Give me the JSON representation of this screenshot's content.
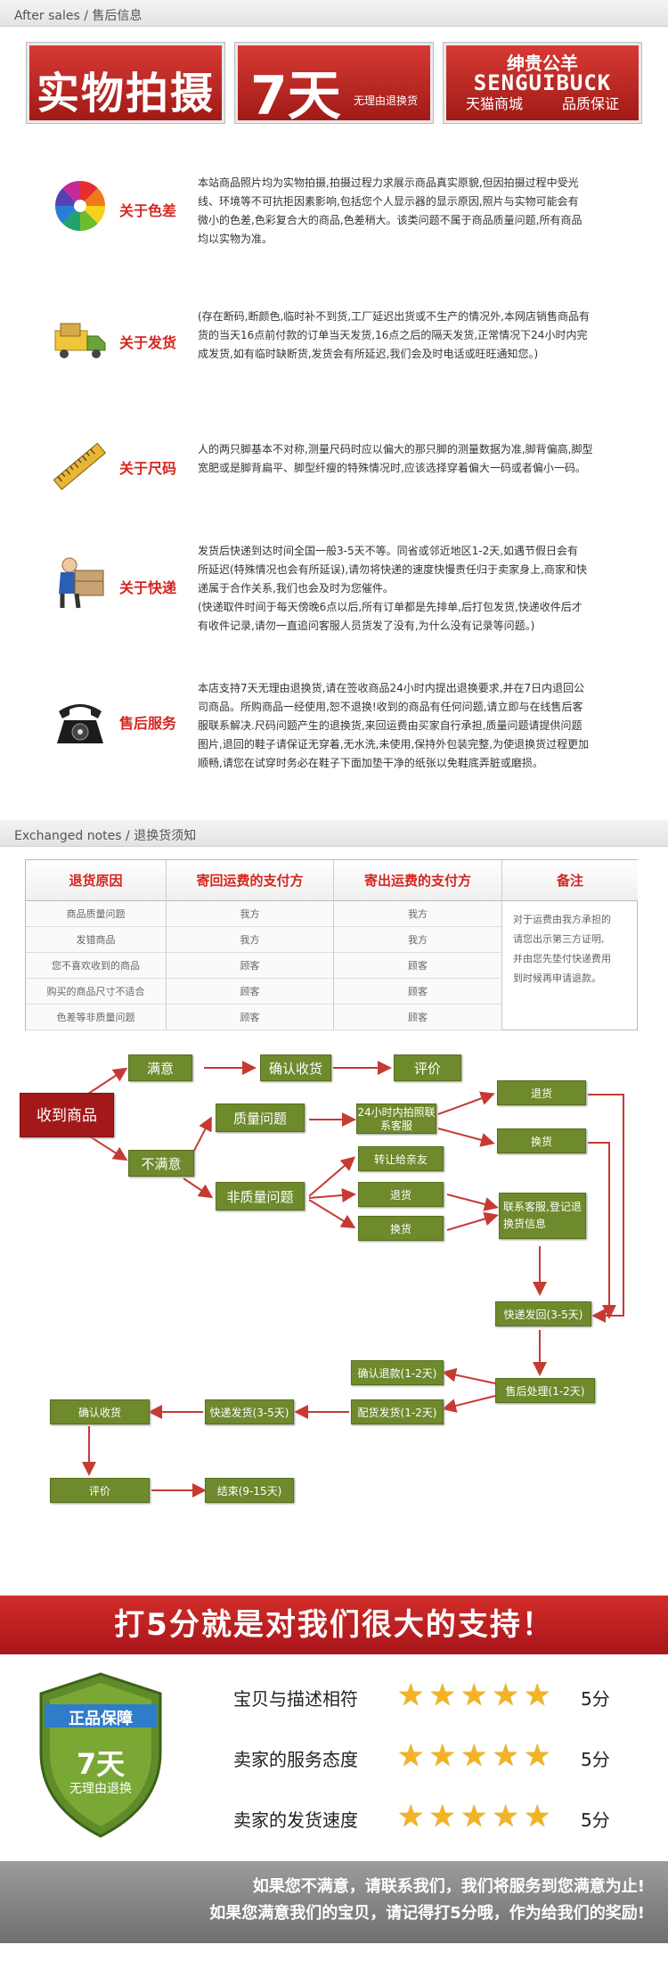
{
  "after_sales": {
    "heading": "After sales / 售后信息",
    "banners": {
      "photo": "实物拍摄",
      "days": "7天",
      "days_sub": "无理由退换货",
      "brand_cn": "绅贵公羊",
      "brand_en": "SENGUIBUCK",
      "mall": "天猫商城",
      "guarantee": "品质保证"
    },
    "items": [
      {
        "icon": "color-wheel-icon",
        "title": "关于色差",
        "lines": [
          "本站商品照片均为实物拍摄,拍摄过程力求展示商品真实原貌,但因拍摄过程中受光",
          "线、环境等不可抗拒因素影响,包括您个人显示器的显示原因,照片与实物可能会有",
          "微小的色差,色彩复合大的商品,色差稍大。该类问题不属于商品质量问题,所有商品",
          "均以实物为准。"
        ]
      },
      {
        "icon": "delivery-truck-icon",
        "title": "关于发货",
        "lines": [
          "(存在断码,断颜色,临时补不到货,工厂延迟出货或不生产的情况外,本网店销售商品有",
          "货的当天16点前付款的订单当天发货,16点之后的隔天发货,正常情况下24小时内完",
          "成发货,如有临时缺断货,发货会有所延迟,我们会及时电话或旺旺通知您。)"
        ]
      },
      {
        "icon": "measuring-tape-icon",
        "title": "关于尺码",
        "lines": [
          "人的两只脚基本不对称,测量尺码时应以偏大的那只脚的测量数据为准,脚背偏高,脚型",
          "宽肥或是脚背扁平、脚型纤瘦的特殊情况时,应该选择穿着偏大一码或者偏小一码。"
        ]
      },
      {
        "icon": "courier-package-icon",
        "title": "关于快递",
        "lines": [
          "发货后快递到达时间全国一般3-5天不等。同省或邻近地区1-2天,如遇节假日会有",
          "所延迟(特殊情况也会有所延误),请勿将快递的速度快慢责任归于卖家身上,商家和快",
          "递属于合作关系,我们也会及时为您催件。",
          "(快递取件时间于每天傍晚6点以后,所有订单都是先排单,后打包发货,快递收件后才",
          "有收件记录,请勿一直追问客服人员货发了没有,为什么没有记录等问题。)"
        ]
      },
      {
        "icon": "telephone-icon",
        "title": "售后服务",
        "lines": [
          "本店支持7天无理由退换货,请在签收商品24小时内提出退换要求,并在7日内退回公",
          "司商品。所购商品一经使用,恕不退换!收到的商品有任何问题,请立即与在线售后客",
          "服联系解决.尺码问题产生的退换货,来回运费由买家自行承担,质量问题请提供问题",
          "图片,退回的鞋子请保证无穿着,无水洗,未使用,保持外包装完整,为使退换货过程更加",
          "顺畅,请您在试穿时务必在鞋子下面加垫干净的纸张以免鞋底弄脏或磨损。"
        ]
      }
    ]
  },
  "exchange": {
    "heading": "Exchanged notes / 退换货须知",
    "table": {
      "headers": [
        "退货原因",
        "寄回运费的支付方",
        "寄出运费的支付方",
        "备注"
      ],
      "rows": [
        [
          "商品质量问题",
          "我方",
          "我方"
        ],
        [
          "发错商品",
          "我方",
          "我方"
        ],
        [
          "您不喜欢收到的商品",
          "顾客",
          "顾客"
        ],
        [
          "购买的商品尺寸不适合",
          "顾客",
          "顾客"
        ],
        [
          "色差等非质量问题",
          "顾客",
          "顾客"
        ]
      ],
      "note_lines": [
        "对于运费由我方承担的",
        "请您出示第三方证明,",
        "并由您先垫付快递费用",
        "到时候再申请退款。"
      ]
    }
  },
  "flow": {
    "received": "收到商品",
    "satisfied": "满意",
    "confirm_receipt": "确认收货",
    "review": "评价",
    "not_satisfied": "不满意",
    "quality_issue": "质量问题",
    "contact_24h": "24小时内拍照联系客服",
    "non_quality_issue": "非质量问题",
    "gift_friend": "转让给亲友",
    "return_a": "退货",
    "exchange_a": "换货",
    "return_b": "退货",
    "exchange_b": "换货",
    "contact_register": "联系客服,登记退换货信息",
    "ship_back": "快递发回(3-5天)",
    "after_sale_process": "售后处理(1-2天)",
    "confirm_refund": "确认退款(1-2天)",
    "ship_replacement": "配货发货(1-2天)",
    "express_ship": "快递发货(3-5天)",
    "confirm_receipt_2": "确认收货",
    "review_2": "评价",
    "finish": "结束(9-15天)"
  },
  "rating": {
    "banner": "打5分就是对我们很大的支持！",
    "shield_top": "正品保障",
    "shield_days": "7天",
    "shield_sub": "无理由退换",
    "rows": [
      {
        "label": "宝贝与描述相符",
        "stars": 5,
        "score": "5分"
      },
      {
        "label": "卖家的服务态度",
        "stars": 5,
        "score": "5分"
      },
      {
        "label": "卖家的发货速度",
        "stars": 5,
        "score": "5分"
      }
    ],
    "footer_1": "如果您不满意，请联系我们，我们将服务到您满意为止!",
    "footer_2": "如果您满意我们的宝贝，请记得打5分哦，作为给我们的奖励!"
  },
  "colors": {
    "brand_red": "#d6251f",
    "flow_green": "#6e8a2c",
    "flow_arrow": "#c63a33",
    "star_gold": "#f3b323"
  }
}
